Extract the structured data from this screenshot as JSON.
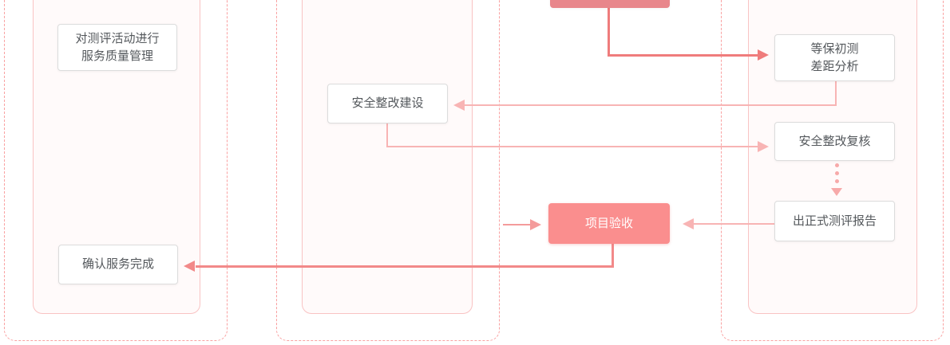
{
  "diagram": {
    "description": "等保测评服务流程图（截图上部被裁切）",
    "nodes": {
      "service_quality": {
        "label": "对测评活动进行\n服务质量管理"
      },
      "confirm_done": {
        "label": "确认服务完成"
      },
      "security_rectification": {
        "label": "安全整改建设"
      },
      "initial_gap_analysis": {
        "label": "等保初测\n差距分析"
      },
      "rectification_review": {
        "label": "安全整改复核"
      },
      "final_report": {
        "label": "出正式测评报告"
      },
      "project_acceptance": {
        "label": "项目验收"
      },
      "top_phase_cutoff": {
        "label": ""
      }
    },
    "edges": [
      {
        "from": "top_phase_cutoff",
        "to": "initial_gap_analysis",
        "style": "solid-strong"
      },
      {
        "from": "initial_gap_analysis",
        "to": "security_rectification",
        "style": "solid-light"
      },
      {
        "from": "security_rectification",
        "to": "rectification_review",
        "style": "solid-light"
      },
      {
        "from": "rectification_review",
        "to": "final_report",
        "style": "dotted"
      },
      {
        "from": "final_report",
        "to": "project_acceptance",
        "style": "solid-light"
      },
      {
        "from": "middle_lane",
        "to": "project_acceptance",
        "style": "solid-medium"
      },
      {
        "from": "project_acceptance",
        "to": "confirm_done",
        "style": "solid-strong"
      }
    ]
  },
  "colors": {
    "lane_dashed": "#f9a1a1",
    "lane_inner_border": "#f9c3c3",
    "lane_inner_fill": "#fffafa",
    "node_border": "#dcdcdc",
    "node_text": "#54585c",
    "accent": "#fa8e8e",
    "accent_dark": "#e8868b",
    "arrow_strong": "#ef7c7c",
    "arrow_strong2": "#f28989",
    "arrow_medium": "#f49b9b",
    "arrow_light": "#f8b4b4",
    "arrow_dotted": "#f7a9a9"
  }
}
